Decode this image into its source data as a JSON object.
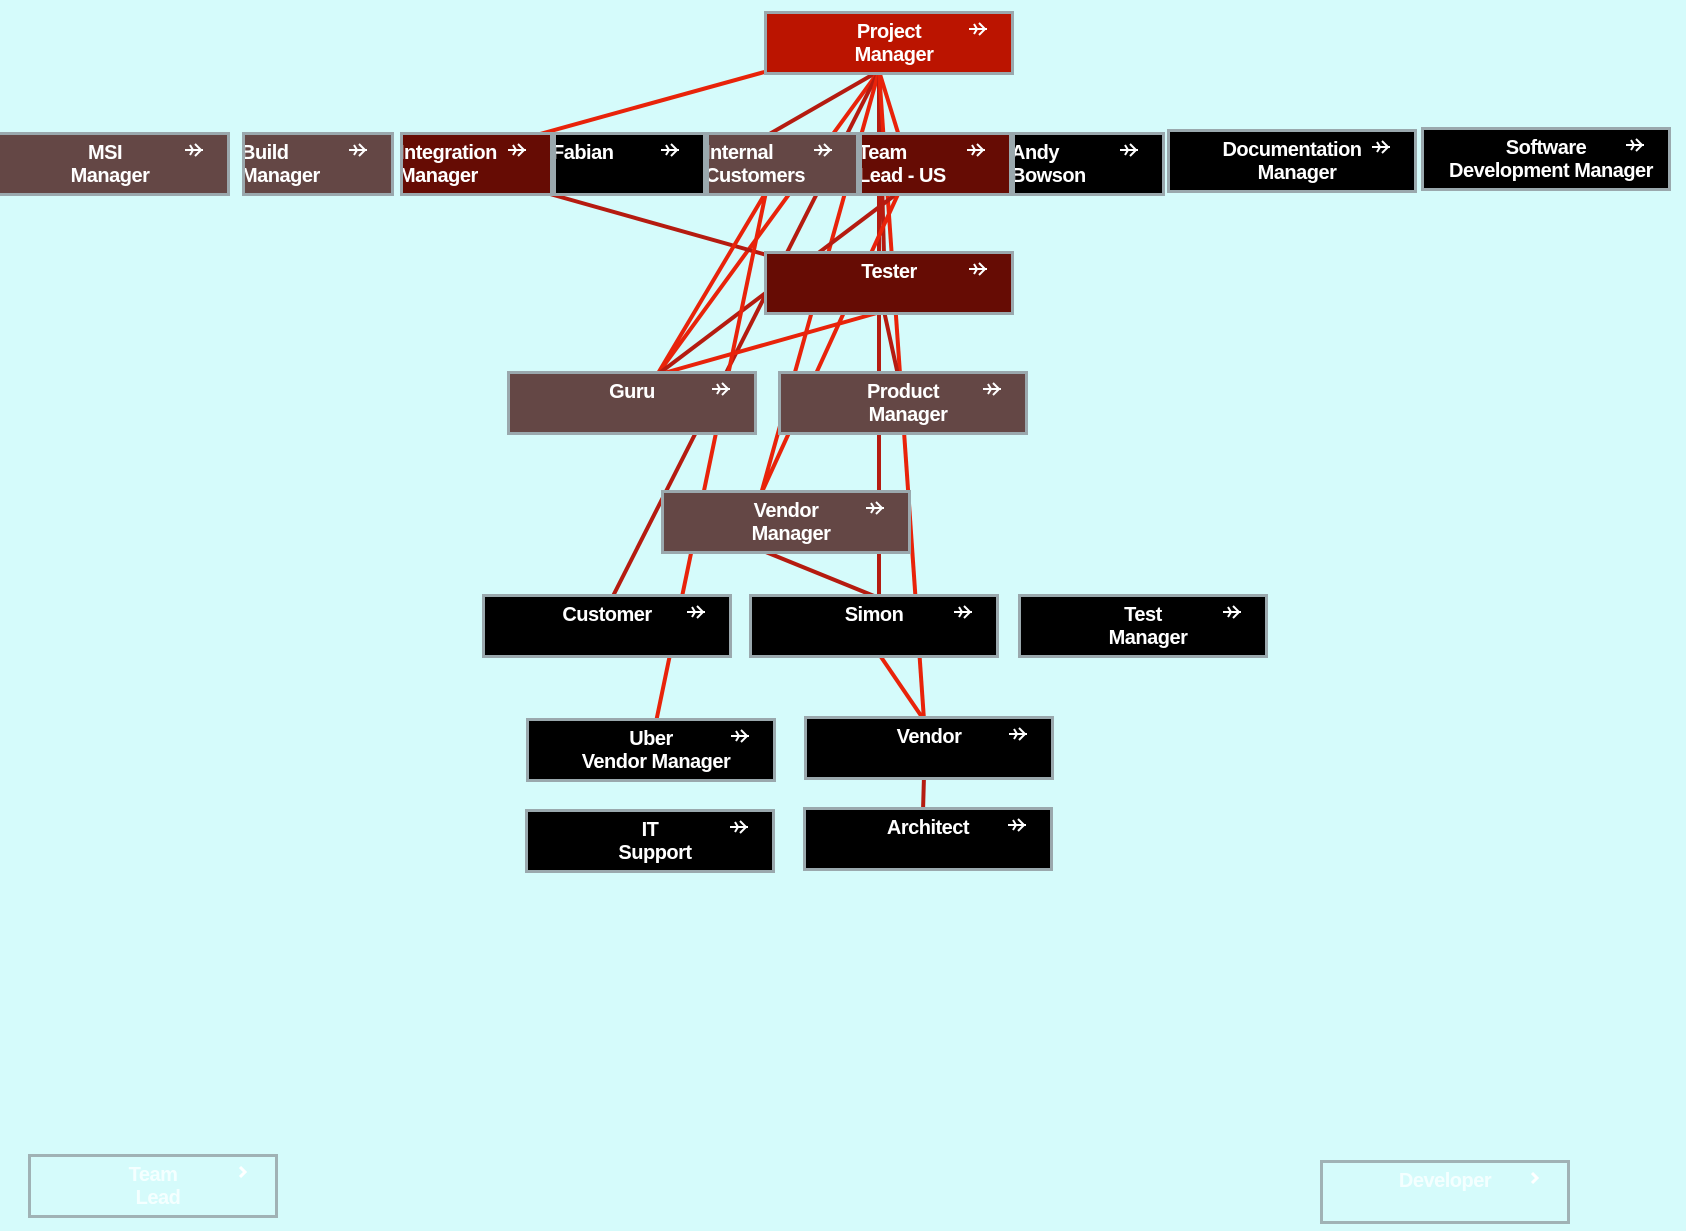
{
  "diagram": {
    "background": "#d5fbfb",
    "link_colors": [
      "#e8230a",
      "#b51b10"
    ],
    "nodes": [
      {
        "id": "project-manager",
        "lines": [
          "Project",
          "Manager"
        ],
        "fill": "red"
      },
      {
        "id": "msi-manager",
        "lines": [
          "MSI",
          "Manager"
        ],
        "fill": "brown"
      },
      {
        "id": "build-manager",
        "lines": [
          "Build",
          "Manager"
        ],
        "fill": "brown"
      },
      {
        "id": "integration-manager",
        "lines": [
          "Integration",
          "Manager"
        ],
        "fill": "maroon"
      },
      {
        "id": "fabian",
        "lines": [
          "Fabian"
        ],
        "fill": "black"
      },
      {
        "id": "internal-customers",
        "lines": [
          "Internal",
          "Customers"
        ],
        "fill": "brown"
      },
      {
        "id": "team-lead-us",
        "lines": [
          "Team",
          "Lead - US"
        ],
        "fill": "maroon"
      },
      {
        "id": "andy-bowson",
        "lines": [
          "Andy",
          "Bowson"
        ],
        "fill": "black"
      },
      {
        "id": "documentation-manager",
        "lines": [
          "Documentation",
          "Manager"
        ],
        "fill": "black"
      },
      {
        "id": "software-development-manager",
        "lines": [
          "Software",
          "Development Manager"
        ],
        "fill": "black"
      },
      {
        "id": "tester",
        "lines": [
          "Tester"
        ],
        "fill": "maroon"
      },
      {
        "id": "guru",
        "lines": [
          "Guru"
        ],
        "fill": "brown"
      },
      {
        "id": "product-manager",
        "lines": [
          "Product",
          "Manager"
        ],
        "fill": "brown"
      },
      {
        "id": "vendor-manager",
        "lines": [
          "Vendor",
          "Manager"
        ],
        "fill": "brown"
      },
      {
        "id": "customer",
        "lines": [
          "Customer"
        ],
        "fill": "black"
      },
      {
        "id": "simon",
        "lines": [
          "Simon"
        ],
        "fill": "black"
      },
      {
        "id": "test-manager",
        "lines": [
          "Test",
          "Manager"
        ],
        "fill": "black"
      },
      {
        "id": "uber-vendor-manager",
        "lines": [
          "Uber",
          "Vendor Manager"
        ],
        "fill": "black"
      },
      {
        "id": "vendor",
        "lines": [
          "Vendor"
        ],
        "fill": "black"
      },
      {
        "id": "it-support",
        "lines": [
          "IT",
          "Support"
        ],
        "fill": "black"
      },
      {
        "id": "architect",
        "lines": [
          "Architect"
        ],
        "fill": "black"
      },
      {
        "id": "team-lead",
        "lines": [
          "Team",
          "Lead"
        ],
        "fill": "ghost"
      },
      {
        "id": "developer",
        "lines": [
          "Developer"
        ],
        "fill": "ghost"
      }
    ],
    "links": [
      {
        "from": "project-manager",
        "to": "integration-manager"
      },
      {
        "from": "project-manager",
        "to": "internal-customers"
      },
      {
        "from": "project-manager",
        "to": "team-lead-us"
      },
      {
        "from": "project-manager",
        "to": "tester"
      },
      {
        "from": "project-manager",
        "to": "guru"
      },
      {
        "from": "project-manager",
        "to": "customer"
      },
      {
        "from": "project-manager",
        "to": "vendor-manager"
      },
      {
        "from": "project-manager",
        "to": "simon"
      },
      {
        "from": "project-manager",
        "to": "vendor"
      },
      {
        "from": "integration-manager",
        "to": "tester"
      },
      {
        "from": "internal-customers",
        "to": "guru"
      },
      {
        "from": "team-lead-us",
        "to": "guru"
      },
      {
        "from": "tester",
        "to": "guru"
      },
      {
        "from": "tester",
        "to": "product-manager"
      },
      {
        "from": "internal-customers",
        "to": "uber-vendor-manager"
      },
      {
        "from": "vendor-manager",
        "to": "simon"
      },
      {
        "from": "simon",
        "to": "vendor"
      },
      {
        "from": "vendor",
        "to": "architect"
      },
      {
        "from": "team-lead-us",
        "to": "vendor-manager"
      }
    ]
  }
}
